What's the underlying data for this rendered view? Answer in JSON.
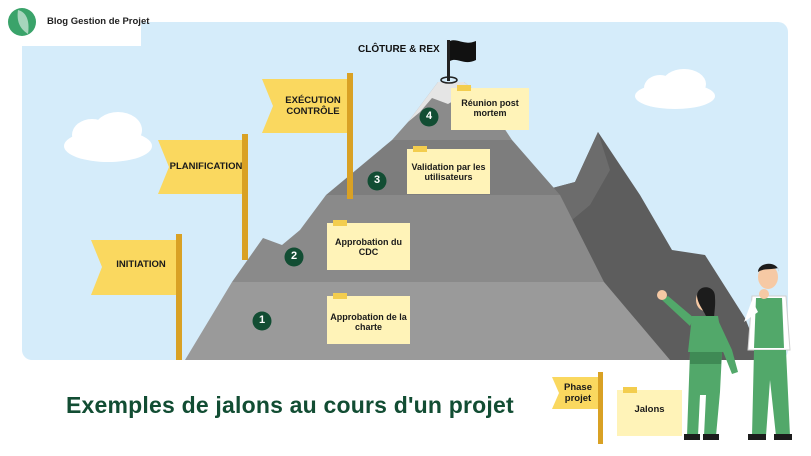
{
  "brand": {
    "name": "Blog Gestion de Projet"
  },
  "title": "Exemples de jalons au cours d'un projet",
  "summit": {
    "label": "CLÔTURE & REX"
  },
  "phases": [
    {
      "label": "INITIATION"
    },
    {
      "label": "PLANIFICATION"
    },
    {
      "label": "EXÉCUTION CONTRÔLE"
    }
  ],
  "milestones": [
    {
      "number": "1",
      "label": "Approbation de la charte"
    },
    {
      "number": "2",
      "label": "Approbation du CDC"
    },
    {
      "number": "3",
      "label": "Validation par les utilisateurs"
    },
    {
      "number": "4",
      "label": "Réunion post mortem"
    }
  ],
  "legend": {
    "phase_label": "Phase projet",
    "milestone_label": "Jalons"
  },
  "colors": {
    "flag": "#fad85f",
    "pole": "#d9a124",
    "note": "#fff3b8",
    "marker": "#124d33",
    "title": "#124d33",
    "figure": "#52a86a"
  }
}
